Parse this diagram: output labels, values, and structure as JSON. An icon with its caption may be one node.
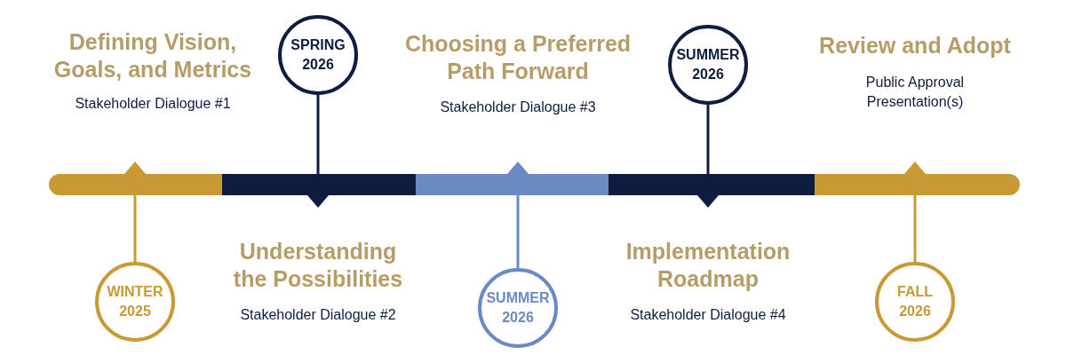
{
  "diagram": {
    "nodes": [
      {
        "text": [
          "WINTER 2025"
        ]
      },
      {
        "text": [
          "SPRING 2026"
        ]
      },
      {
        "text": [
          "SUMMER 2026"
        ]
      },
      {
        "text": [
          "SUMMER 2026"
        ]
      },
      {
        "text": [
          "FALL 2026"
        ]
      },
      {
        "text": [],
        "shape": "bar"
      },
      {
        "text": [],
        "shape": "bar"
      },
      {
        "text": [],
        "shape": "bar"
      },
      {
        "text": [],
        "shape": "bar"
      },
      {
        "text": [],
        "shape": "bar"
      }
    ],
    "edges": [
      {
        "from": 0,
        "to": 5,
        "arrow": "none"
      },
      {
        "from": 1,
        "to": 6,
        "arrow": "none",
        "color": "#0e1c3f"
      },
      {
        "from": 2,
        "to": 7,
        "arrow": "none",
        "color": "#6a8ac4"
      },
      {
        "from": 3,
        "to": 8,
        "arrow": "none",
        "color": "#0e1c3f"
      },
      {
        "from": 4,
        "to": 9,
        "arrow": "none"
      }
    ],
    "labels": [
      "Defining Vision, Goals, and Metrics",
      "Choosing a Preferred Path Forward",
      "Review and Adopt",
      "Stakeholder Dialogue #1",
      "Stakeholder Dialogue #3",
      "Public Approval Presentation(s)",
      "Understanding the Possibilities",
      "Implementation Roadmap",
      "Stakeholder Dialogue #2",
      "Stakeholder Dialogue #4"
    ]
  }
}
